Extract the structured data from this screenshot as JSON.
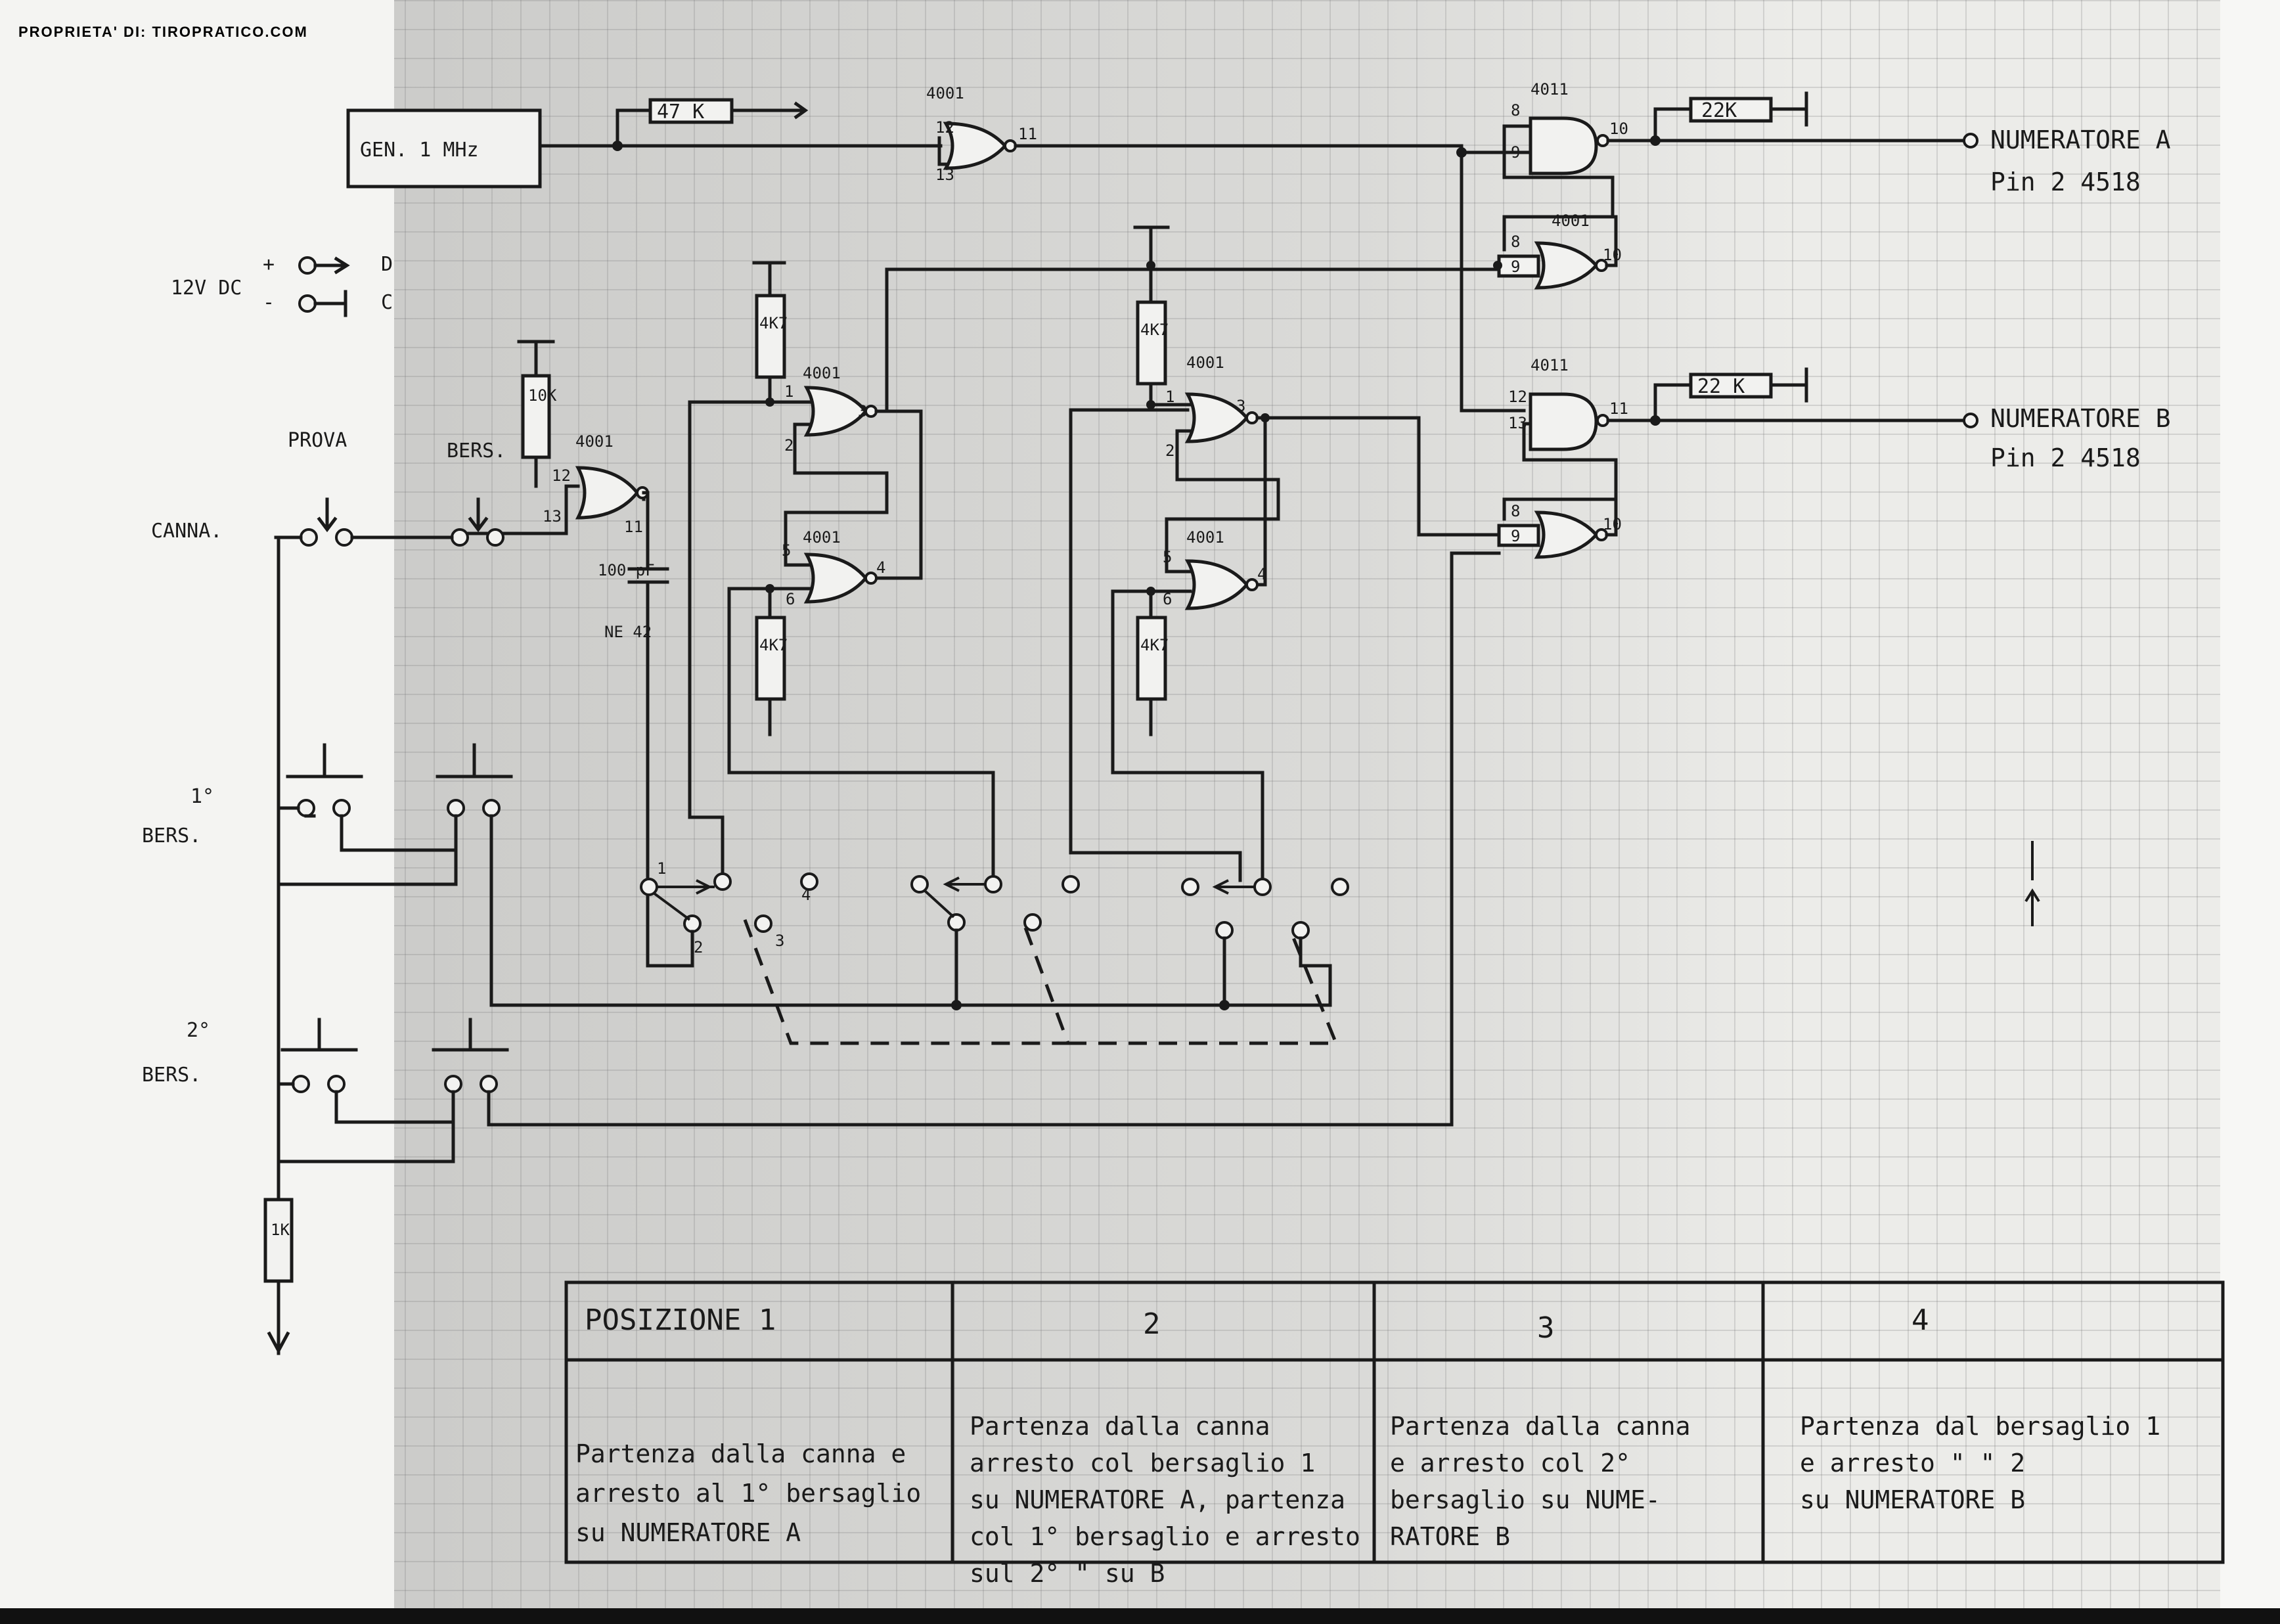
{
  "header": {
    "ownership": "PROPRIETA' DI: TIROPRATICO.COM"
  },
  "schematic": {
    "generator": "GEN. 1 MHz",
    "supply": {
      "voltage": "12V DC",
      "plus": "+",
      "minus": "-",
      "plus_pin": "D",
      "minus_pin": "C"
    },
    "resistors": {
      "r47k": "47 K",
      "r22k_a": "22K",
      "r22k_b": "22 K",
      "r10k": "10K",
      "r4k7": "4K7",
      "r1k": "1K"
    },
    "chips": {
      "c4001": "4001",
      "c4011": "4011"
    },
    "capacitor": "100 pF",
    "ne": "NE 42",
    "inputs": {
      "prova": "PROVA",
      "canna": "CANNA.",
      "bers": "BERS.",
      "bers1": "1° BERS.",
      "bers2": "2° BERS."
    },
    "outputs": {
      "a_label": "NUMERATORE A",
      "a_pin": "Pin 2  4518",
      "b_label": "NUMERATORE B",
      "b_pin": "Pin 2  4518"
    },
    "switch_positions": [
      "1",
      "2",
      "3",
      "4"
    ],
    "pins": {
      "p1": "1",
      "p2": "2",
      "p3": "3",
      "p4": "4",
      "p5": "5",
      "p6": "6",
      "p8": "8",
      "p9": "9",
      "p10": "10",
      "p11": "11",
      "p12": "12",
      "p13": "13"
    }
  },
  "table": {
    "headers": [
      "POSIZIONE 1",
      "2",
      "3",
      "4"
    ],
    "cells": [
      [
        "Partenza dalla canna e",
        "arresto al 1° bersaglio",
        "su NUMERATORE A"
      ],
      [
        "Partenza dalla canna",
        "arresto col bersaglio 1",
        "su NUMERATORE A, partenza",
        "col 1° bersaglio e arresto",
        "sul 2°  \"  su B"
      ],
      [
        "Partenza dalla canna",
        "e arresto col 2°",
        "bersaglio su NUME-",
        "RATORE B"
      ],
      [
        "Partenza dal bersaglio 1",
        "e arresto  \"   \"   2",
        "su NUMERATORE B"
      ]
    ]
  }
}
